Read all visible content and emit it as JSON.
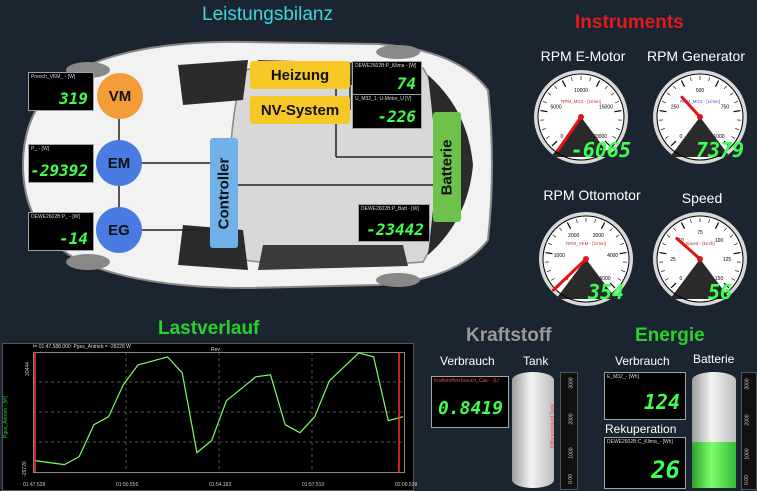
{
  "leistungsbilanz": {
    "title": "Leistungsbilanz",
    "nodes": {
      "vm": "VM",
      "em": "EM",
      "eg": "EG"
    },
    "boxes": {
      "heizung": "Heizung",
      "nv_system": "NV-System",
      "controller": "Controller",
      "batterie": "Batterie"
    },
    "displays": {
      "vm": {
        "label": "Preoch_VKM_ - [W]",
        "value": "319"
      },
      "em": {
        "label": "P_ - [W]",
        "value": "-29392"
      },
      "eg": {
        "label": "DEWE2602B:P_ - [W]",
        "value": "-14"
      },
      "heizung": {
        "label": "DEWE2602B:P_Klima - [W]",
        "value": "74"
      },
      "nv": {
        "label": "U_M32_1: U-Motor_U [V]",
        "value": "-226"
      },
      "batt": {
        "label": "DEWE2602B:P_Batt - [W]",
        "value": "-23442"
      }
    }
  },
  "instruments": {
    "title": "Instruments",
    "gauges": [
      {
        "title": "RPM E-Motor",
        "value": "-6065",
        "ticks": [
          "5000",
          "10000",
          "15000",
          "20000",
          "0"
        ],
        "label": "RPM_MG2 - [1/min]"
      },
      {
        "title": "RPM Generator",
        "value": "7379",
        "ticks": [
          "250",
          "500",
          "750",
          "1000",
          "0"
        ],
        "label": "RPM_MG1 - [1/min]"
      },
      {
        "title": "RPM Ottomotor",
        "value": "354",
        "ticks": [
          "1000",
          "2000",
          "3000",
          "4000",
          "5000",
          "0"
        ],
        "label": "RPM_VKM - [1/min]"
      },
      {
        "title": "Speed",
        "value": "56",
        "ticks": [
          "25",
          "50",
          "75",
          "100",
          "125",
          "150",
          "0"
        ],
        "label": "Speed - [km/h]"
      }
    ]
  },
  "lastverlauf": {
    "title": "Lastverlauf",
    "header": "t= 01:47.588.000: Pges_Antrieb = -28228 W",
    "rev": "Rev",
    "ylabel": "Pges_Antrieb - [W]",
    "ytop": "30444",
    "ybottom": "-29726",
    "xticks": [
      "01:47.528",
      "01:50.555",
      "01:54.183",
      "01:57.510",
      "02:00.538"
    ]
  },
  "chart_data": {
    "type": "line",
    "title": "",
    "ylabel": "Pges_Antrieb - [W]",
    "ylim": [
      -29726,
      30444
    ],
    "x": [
      0,
      4,
      8,
      12,
      16,
      20,
      24,
      28,
      32,
      36,
      40,
      44,
      48,
      52,
      56,
      60,
      64,
      68,
      72,
      76,
      80,
      84,
      88,
      92,
      96,
      100
    ],
    "series": [
      {
        "values": [
          -24000,
          -25000,
          -26000,
          -22000,
          -6000,
          -2000,
          14000,
          24000,
          26000,
          28000,
          20000,
          -20000,
          -14000,
          6000,
          12000,
          18000,
          19000,
          -6000,
          -10000,
          -2000,
          16000,
          23000,
          30000,
          28000,
          -4000,
          -2000
        ]
      }
    ]
  },
  "kraftstoff": {
    "title": "Kraftstoff",
    "verbrauch": "Verbrauch",
    "tank": "Tank",
    "display_label": "Kraftstoffverbrauch_Calc - [L/",
    "display_value": "0.8419",
    "scale": [
      "3000",
      "2000",
      "1000",
      "0.00"
    ],
    "bar_label": "Differenzstand Tank"
  },
  "energie": {
    "title": "Energie",
    "verbrauch": "Verbrauch",
    "batterie": "Batterie",
    "rekuperation": "Rekuperation",
    "d1_label": "E_M32_- [Wh]",
    "d1_value": "124",
    "d2_label": "DEWE2602B:C_Klima_- [Wh]",
    "d2_value": "26",
    "scale": [
      "3000",
      "2000",
      "1000",
      "0.00"
    ],
    "battery_fill": 0.4
  },
  "colors": {
    "title_cyan": "#3fd6e0",
    "title_red": "#e11b1b",
    "title_green": "#27d32a",
    "kraft_gray": "#9a9a9a",
    "seg_green": "#3cff4f"
  }
}
